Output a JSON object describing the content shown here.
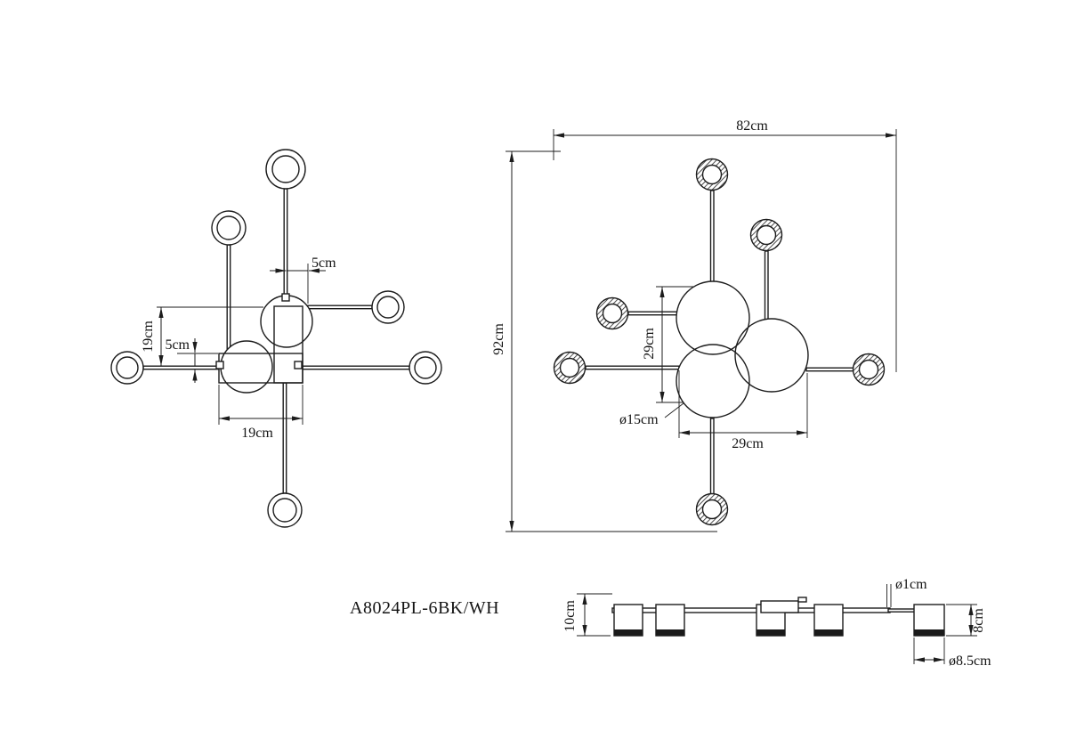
{
  "model_label": "A8024PL-6BK/WH",
  "colors": {
    "line": "#1c1c1c",
    "background": "#ffffff",
    "shade_band": "#1a1a1a"
  },
  "views": {
    "mount_plan": {
      "title": "mounting-plate-plan-view",
      "dims": {
        "arm_offset_top": "5cm",
        "arm_spacing_vertical": "19cm",
        "plate_offset_left": "5cm",
        "plate_width": "19cm"
      }
    },
    "fixture_plan": {
      "title": "fixture-plan-view",
      "dims": {
        "overall_width": "82cm",
        "overall_height": "92cm",
        "body_height": "29cm",
        "body_diameter": "ø15cm",
        "body_width": "29cm"
      }
    },
    "side": {
      "title": "side-elevation-view",
      "dims": {
        "total_height": "10cm",
        "stem_diameter": "ø1cm",
        "shade_height": "8cm",
        "shade_diameter": "ø8.5cm"
      }
    }
  }
}
